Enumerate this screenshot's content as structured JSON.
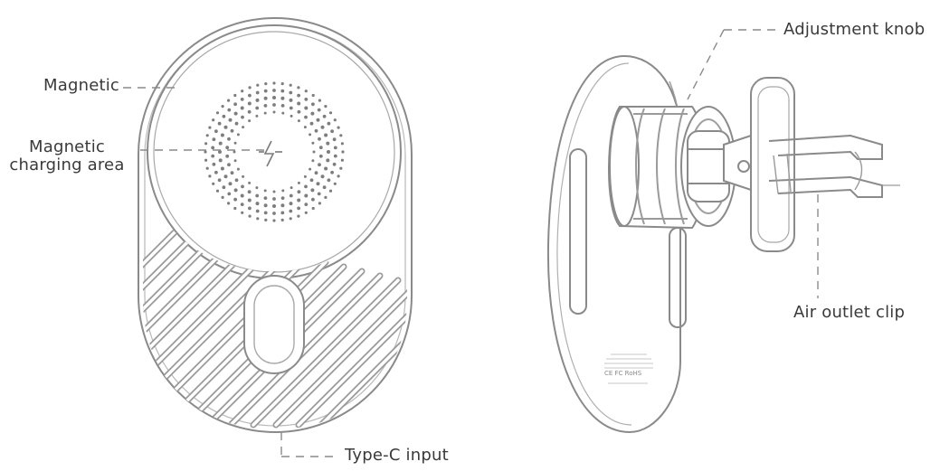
{
  "labels": {
    "magnetic": "Magnetic",
    "charging_area_line1": "Magnetic",
    "charging_area_line2": "charging area",
    "type_c": "Type-C input",
    "adjustment_knob": "Adjustment knob",
    "air_outlet_clip": "Air outlet clip"
  },
  "back_print": {
    "certification_marks": "CE FC RoHS"
  },
  "colors": {
    "line": "#8a8a8a",
    "line_dark": "#6e6e6e",
    "text": "#3a3a3a",
    "background": "#ffffff"
  }
}
